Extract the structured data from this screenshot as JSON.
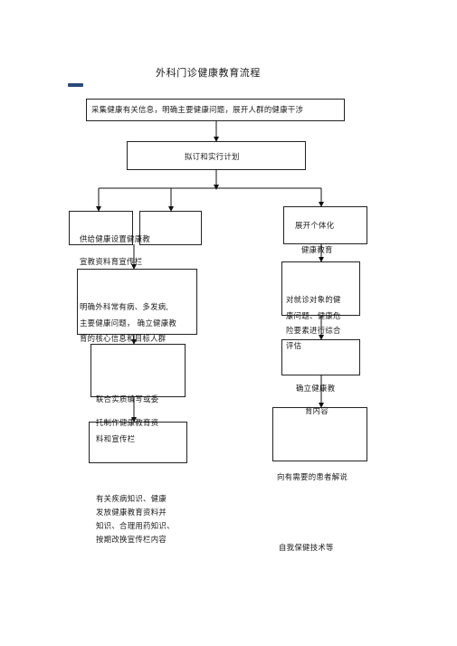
{
  "title": "外科门诊健康教育流程",
  "marker_color": "#2b4a7a",
  "steps": {
    "collect": "采集健康有关信息，明确主要健康问题，展开人群的健康干涉",
    "plan": "拟订和实行计划"
  },
  "left_branch": {
    "provide_line1": "供给健康设置健康教",
    "provide_line2": "宣教资料育宣传栏",
    "identify_line1": "明确外科常有病、多发病,",
    "identify_line2": "主要健康问题，  确立健康教",
    "identify_line3": "育的核心信息和目标人群",
    "write_line1": "联合实质编写或委",
    "write_line2": "托制作健康教育资",
    "write_line3": "料和宣传栏",
    "bottom_line1": "有关疾病知识、健康",
    "bottom_line2": "发放健康教育资料并",
    "bottom_line3": "知识、合理用药知识、",
    "bottom_line4": "按期改换宣传栏内容"
  },
  "right_branch": {
    "individual_line1": "展开个体化",
    "individual_line2": "健康教育",
    "assess_line1": "对就诊对象的健",
    "assess_line2": "康问题、健康危",
    "assess_line3": "险要素进行综合",
    "assess_line4": "评估",
    "content_line1": "确立健康教",
    "content_line2": "育内容",
    "explain": "向有需要的患者解说",
    "selfcare": "自我保健技术等"
  }
}
